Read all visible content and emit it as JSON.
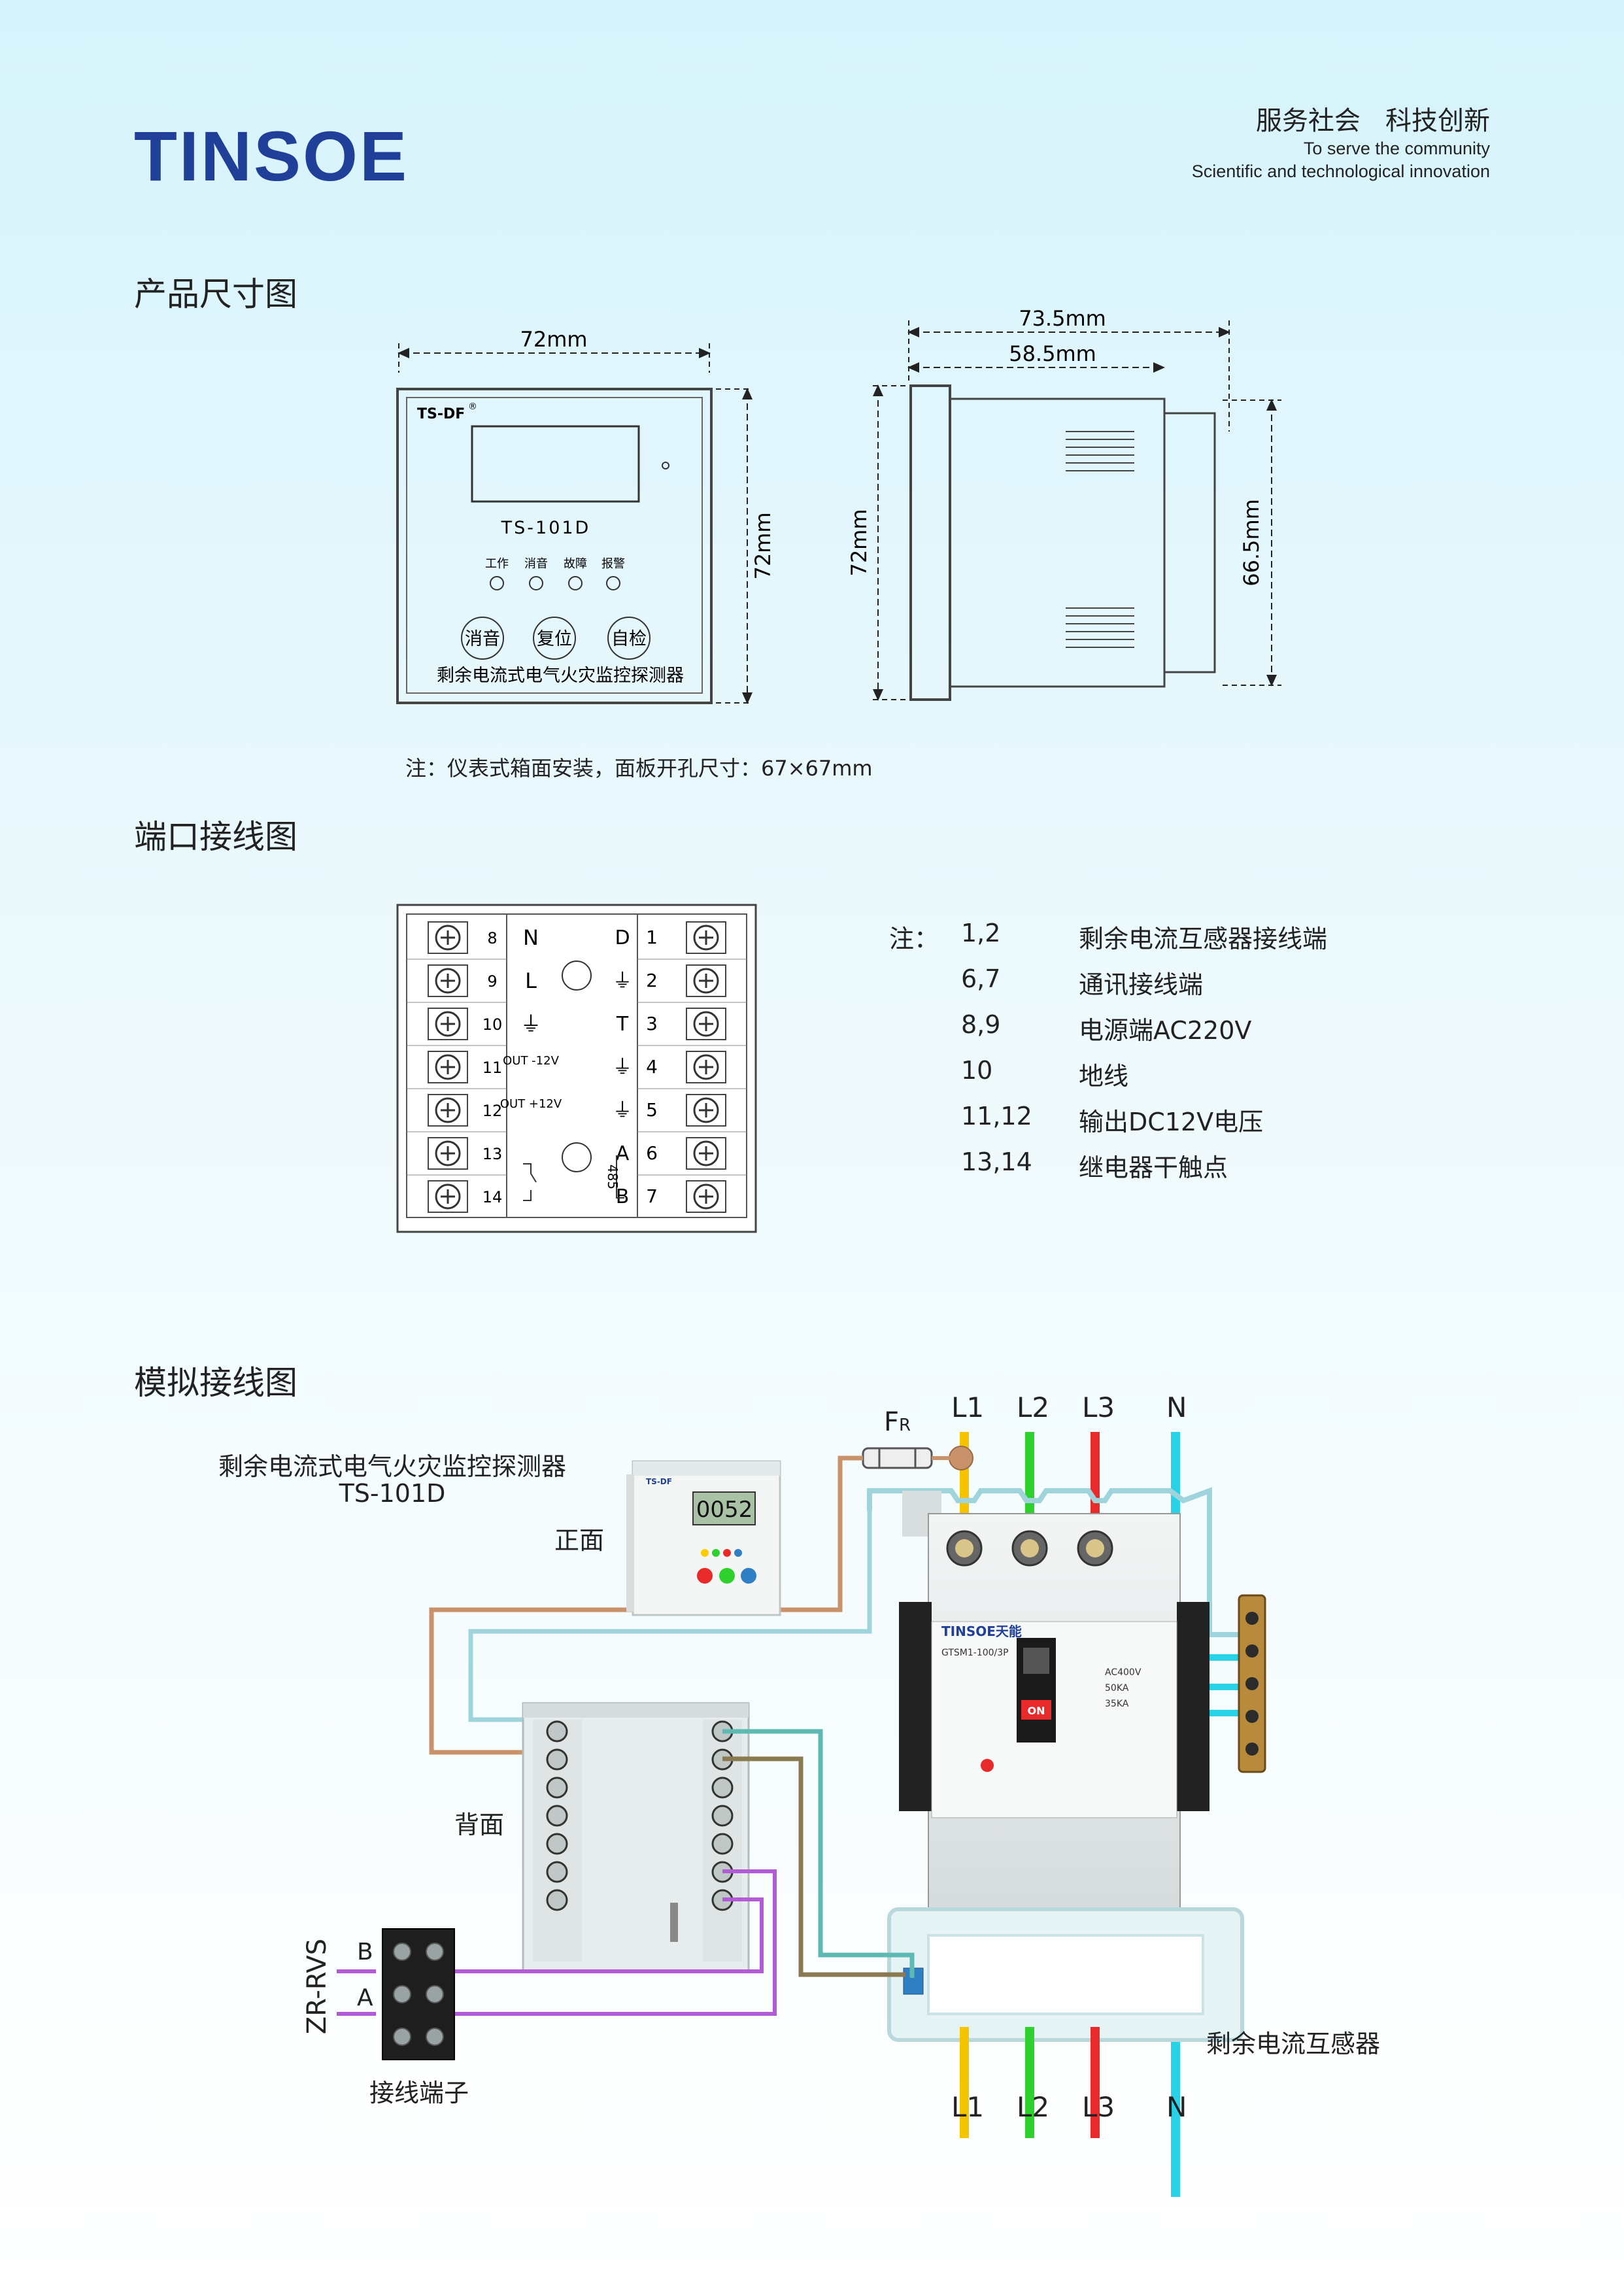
{
  "brand": {
    "logo": "TINSOE",
    "slogan_cn": "服务社会   科技创新",
    "slogan_en_1": "To serve the community",
    "slogan_en_2": "Scientific and technological innovation"
  },
  "sections": {
    "dimensions": "产品尺寸图",
    "ports": "端口接线图",
    "simulation": "模拟接线图"
  },
  "front_panel": {
    "width_label": "72mm",
    "height_label": "72mm",
    "brand": "TS-DF",
    "registered": "®",
    "model": "TS-101D",
    "leds": [
      "工作",
      "消音",
      "故障",
      "报警"
    ],
    "buttons": [
      "消音",
      "复位",
      "自检"
    ],
    "product_name": "剩余电流式电气火灾监控探测器"
  },
  "side_view": {
    "depth_total": "73.5mm",
    "depth_body": "58.5mm",
    "height_front": "72mm",
    "height_body": "66.5mm"
  },
  "mount_note": "注：仪表式箱面安装，面板开孔尺寸：67×67mm",
  "terminal_block": {
    "left": [
      {
        "num": "8",
        "label": "N"
      },
      {
        "num": "9",
        "label": "L"
      },
      {
        "num": "10",
        "label": "⏚"
      },
      {
        "num": "11",
        "label": "OUT -12V"
      },
      {
        "num": "12",
        "label": "OUT +12V"
      },
      {
        "num": "13",
        "label": ""
      },
      {
        "num": "14",
        "label": ""
      }
    ],
    "right": [
      {
        "num": "1",
        "label": "D"
      },
      {
        "num": "2",
        "label": "⏚"
      },
      {
        "num": "3",
        "label": "T"
      },
      {
        "num": "4",
        "label": "⏚"
      },
      {
        "num": "5",
        "label": "⏚"
      },
      {
        "num": "6",
        "label": "A"
      },
      {
        "num": "7",
        "label": "B"
      }
    ],
    "bus_label": "485"
  },
  "port_notes": {
    "prefix": "注：",
    "items": [
      {
        "key": "1,2",
        "value": "剩余电流互感器接线端"
      },
      {
        "key": "6,7",
        "value": "通讯接线端"
      },
      {
        "key": "8,9",
        "value": "电源端AC220V"
      },
      {
        "key": "10",
        "value": "地线"
      },
      {
        "key": "11,12",
        "value": "输出DC12V电压"
      },
      {
        "key": "13,14",
        "value": "继电器干触点"
      }
    ]
  },
  "simulation": {
    "device_name": "剩余电流式电气火灾监控探测器",
    "device_model": "TS-101D",
    "front_label": "正面",
    "back_label": "背面",
    "display_value": "0052",
    "fuse_label": "F",
    "fuse_sub": "R",
    "phases_top": [
      "L1",
      "L2",
      "L3",
      "N"
    ],
    "phases_bottom": [
      "L1",
      "L2",
      "L3",
      "N"
    ],
    "cable_label": "ZR-RVS",
    "cable_b": "B",
    "cable_a": "A",
    "terminal_label": "接线端子",
    "ct_label": "剩余电流互感器",
    "breaker": {
      "brand": "TINSOE天能",
      "model": "GTSM1-100/3P",
      "on": "ON",
      "rating": "AC400V",
      "icu": "50KA",
      "ics": "35KA"
    }
  },
  "colors": {
    "brand_blue": "#1f3f99",
    "L1": "#f5c400",
    "L2": "#2fd12f",
    "L3": "#e82a2a",
    "N": "#29d2e6",
    "wire_brown": "#c9926b",
    "wire_teal": "#5fb9b3",
    "wire_purple": "#b35ad6",
    "wire_olive": "#8a7a52"
  }
}
